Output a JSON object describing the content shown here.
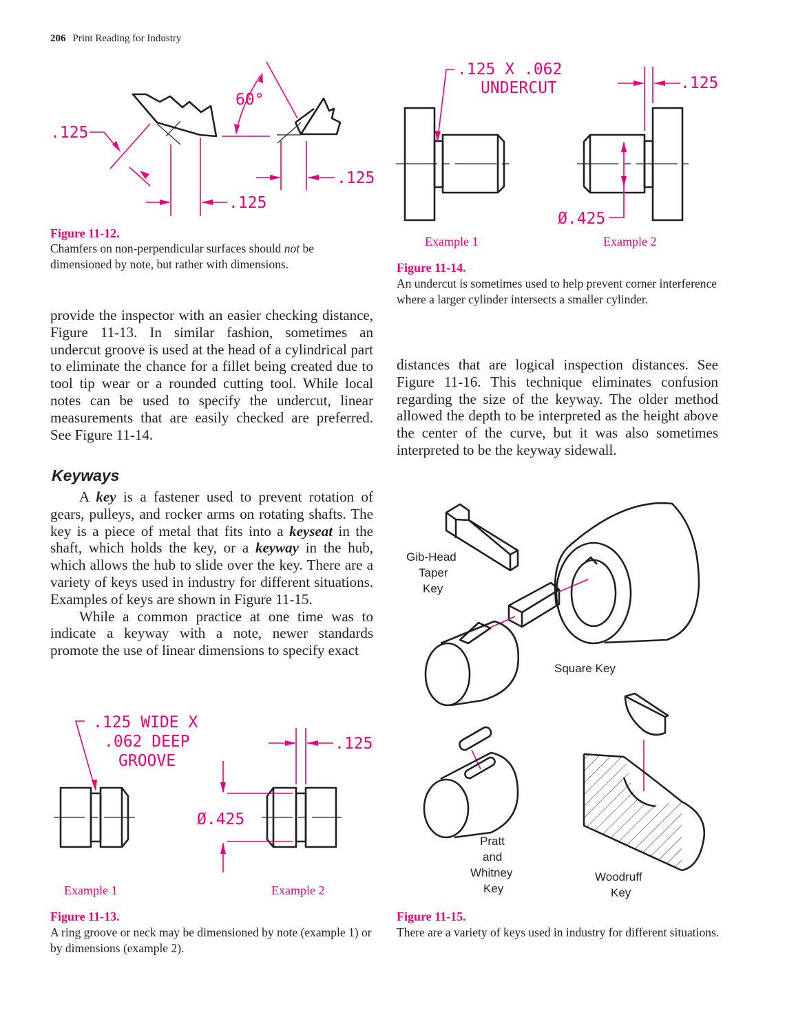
{
  "header": {
    "page_number": "206",
    "book_title": "Print Reading for Industry"
  },
  "fig12": {
    "dims": {
      "angle": "60°",
      "left": ".125",
      "right": ".125",
      "bottom": ".125"
    },
    "label": "Figure 11-12.",
    "caption_pre": "Chamfers on non-perpendicular surfaces should ",
    "caption_em": "not",
    "caption_post": " be dimensioned by note, but rather with dimensions."
  },
  "fig14": {
    "note_line1": ".125 X .062",
    "note_line2": "UNDERCUT",
    "dim_width": ".125",
    "dim_dia": "Ø.425",
    "example1": "Example 1",
    "example2": "Example 2",
    "label": "Figure 11-14.",
    "caption": "An undercut is sometimes used to help prevent corner interference where a larger cylinder intersects a smaller cylinder."
  },
  "left_para1": "provide the inspector with an easier checking distance, Figure 11-13. In similar fashion, sometimes an undercut groove is used at the head of a cylindrical part to eliminate the chance for a fillet being created due to tool tip wear or a rounded cutting tool. While local notes can be used to specify the undercut, linear measurements that are easily checked are preferred. See Figure 11-14.",
  "heading": "Keyways",
  "keys_para": {
    "t1": "A ",
    "b1": "key",
    "t2": " is a fastener used to prevent rotation of gears, pulleys, and rocker arms on rotating shafts. The key is a piece of metal that fits into a ",
    "b2": "keyseat",
    "t3": " in the shaft, which holds the key, or a ",
    "b3": "keyway",
    "t4": " in the hub, which allows the hub to slide over the key. There are a variety of keys used in industry for different situations. Examples of keys are shown in Figure 11-15."
  },
  "left_para3": "While a common practice at one time was to indicate a keyway with a note, newer standards promote the use of linear dimensions to specify exact",
  "right_para1": "distances that are logical inspection distances. See Figure 11-16. This technique eliminates confusion regarding the size of the keyway. The older method allowed the depth to be interpreted as the height above the center of the curve, but it was also sometimes interpreted to be the keyway sidewall.",
  "fig13": {
    "note_line1": ".125 WIDE X",
    "note_line2": ".062 DEEP",
    "note_line3": "GROOVE",
    "dim_width": ".125",
    "dim_dia": "Ø.425",
    "example1": "Example 1",
    "example2": "Example 2",
    "label": "Figure 11-13.",
    "caption": "A ring groove or neck may be dimensioned by note (example 1) or by dimensions (example 2)."
  },
  "fig15": {
    "gib_line1": "Gib-Head",
    "gib_line2": "Taper",
    "gib_line3": "Key",
    "square_key": "Square Key",
    "pratt_line1": "Pratt",
    "pratt_line2": "and",
    "pratt_line3": "Whitney",
    "pratt_line4": "Key",
    "wood_line1": "Woodruff",
    "wood_line2": "Key",
    "label": "Figure 11-15.",
    "caption": "There are a variety of keys used in industry for different situations."
  },
  "colors": {
    "accent": "#e6007e",
    "ink": "#231f20"
  }
}
